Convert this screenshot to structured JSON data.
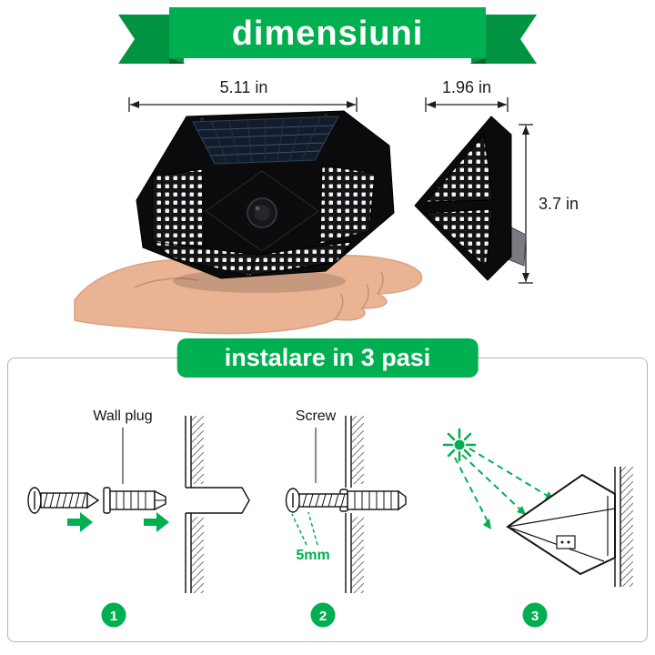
{
  "ribbon": {
    "title": "dimensiuni"
  },
  "product": {
    "dimensions": {
      "front_width": "5.11 in",
      "side_depth": "1.96 in",
      "height": "3.7 in"
    }
  },
  "install": {
    "title": "instalare in 3 pasi",
    "steps": [
      {
        "number": "1",
        "label": "Wall plug"
      },
      {
        "number": "2",
        "label": "Screw",
        "measure": "5mm"
      },
      {
        "number": "3"
      }
    ]
  },
  "icons": {
    "sun": "sun-burst-icon",
    "step_arrow": "green-right-arrow-icon",
    "screw": "screw-icon",
    "wall_plug": "wall-plug-icon"
  },
  "colors": {
    "green": "#00AF4F",
    "green_dark": "#009442",
    "green_deep": "#00632B",
    "ink": "#1C1C1C"
  }
}
